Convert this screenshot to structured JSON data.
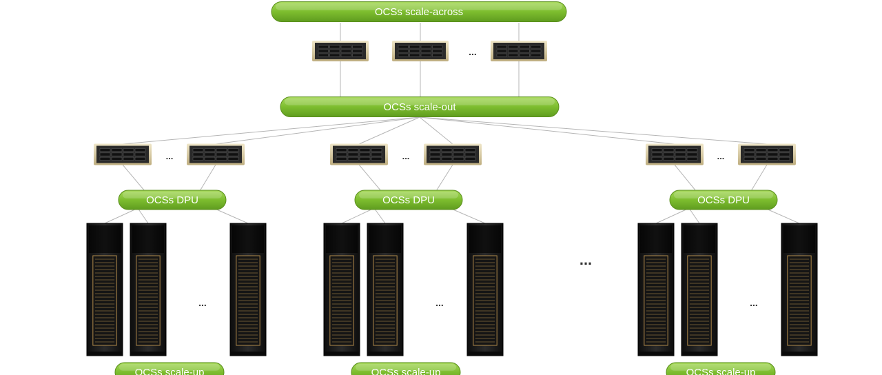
{
  "diagram": {
    "tiers": {
      "scale_across": {
        "label": "OCSs scale-across"
      },
      "scale_out": {
        "label": "OCSs scale-out"
      },
      "dpu": {
        "label": "OCSs DPU"
      },
      "scale_up": {
        "label": "OCSs scale-up"
      }
    },
    "ellipsis": "...",
    "pod_count_shown": 3,
    "racks_per_pod_shown": 3,
    "switches_per_group_shown": 2,
    "top_switches_shown": 3,
    "colors": {
      "pill_fill": "#76b82a",
      "pill_highlight": "#9bd14a",
      "pill_text": "#ffffff",
      "line": "#b5b5b5",
      "rack_body": "#1b1b1b",
      "rack_gold": "#b08a4a",
      "switch_body": "#2a2a2a",
      "switch_frame": "#d9cfae"
    }
  }
}
